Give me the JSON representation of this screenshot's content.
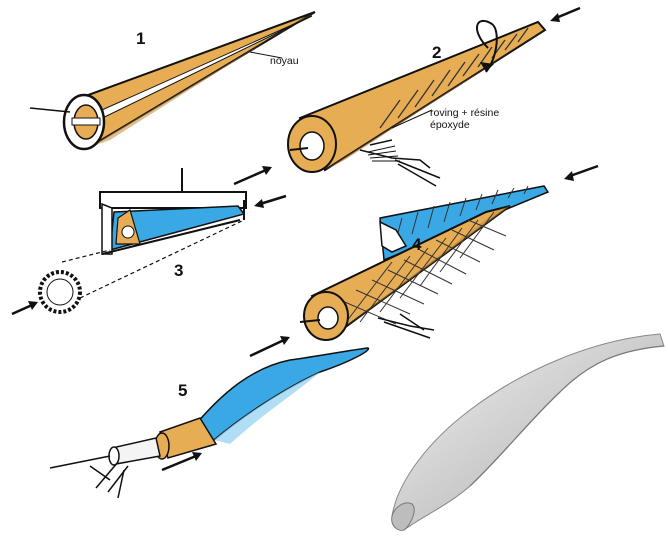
{
  "steps": [
    {
      "number": "1",
      "label": "noyau"
    },
    {
      "number": "2",
      "label_line1": "roving + résine",
      "label_line2": "époxyde"
    },
    {
      "number": "3"
    },
    {
      "number": "4"
    },
    {
      "number": "5"
    }
  ],
  "colors": {
    "gold": "#e6ad55",
    "gold_dark": "#c48a35",
    "blue": "#3aa8e4",
    "blue_light": "#8fd0f2",
    "gray_blade": "#d2d2d2",
    "ink": "#111111"
  }
}
